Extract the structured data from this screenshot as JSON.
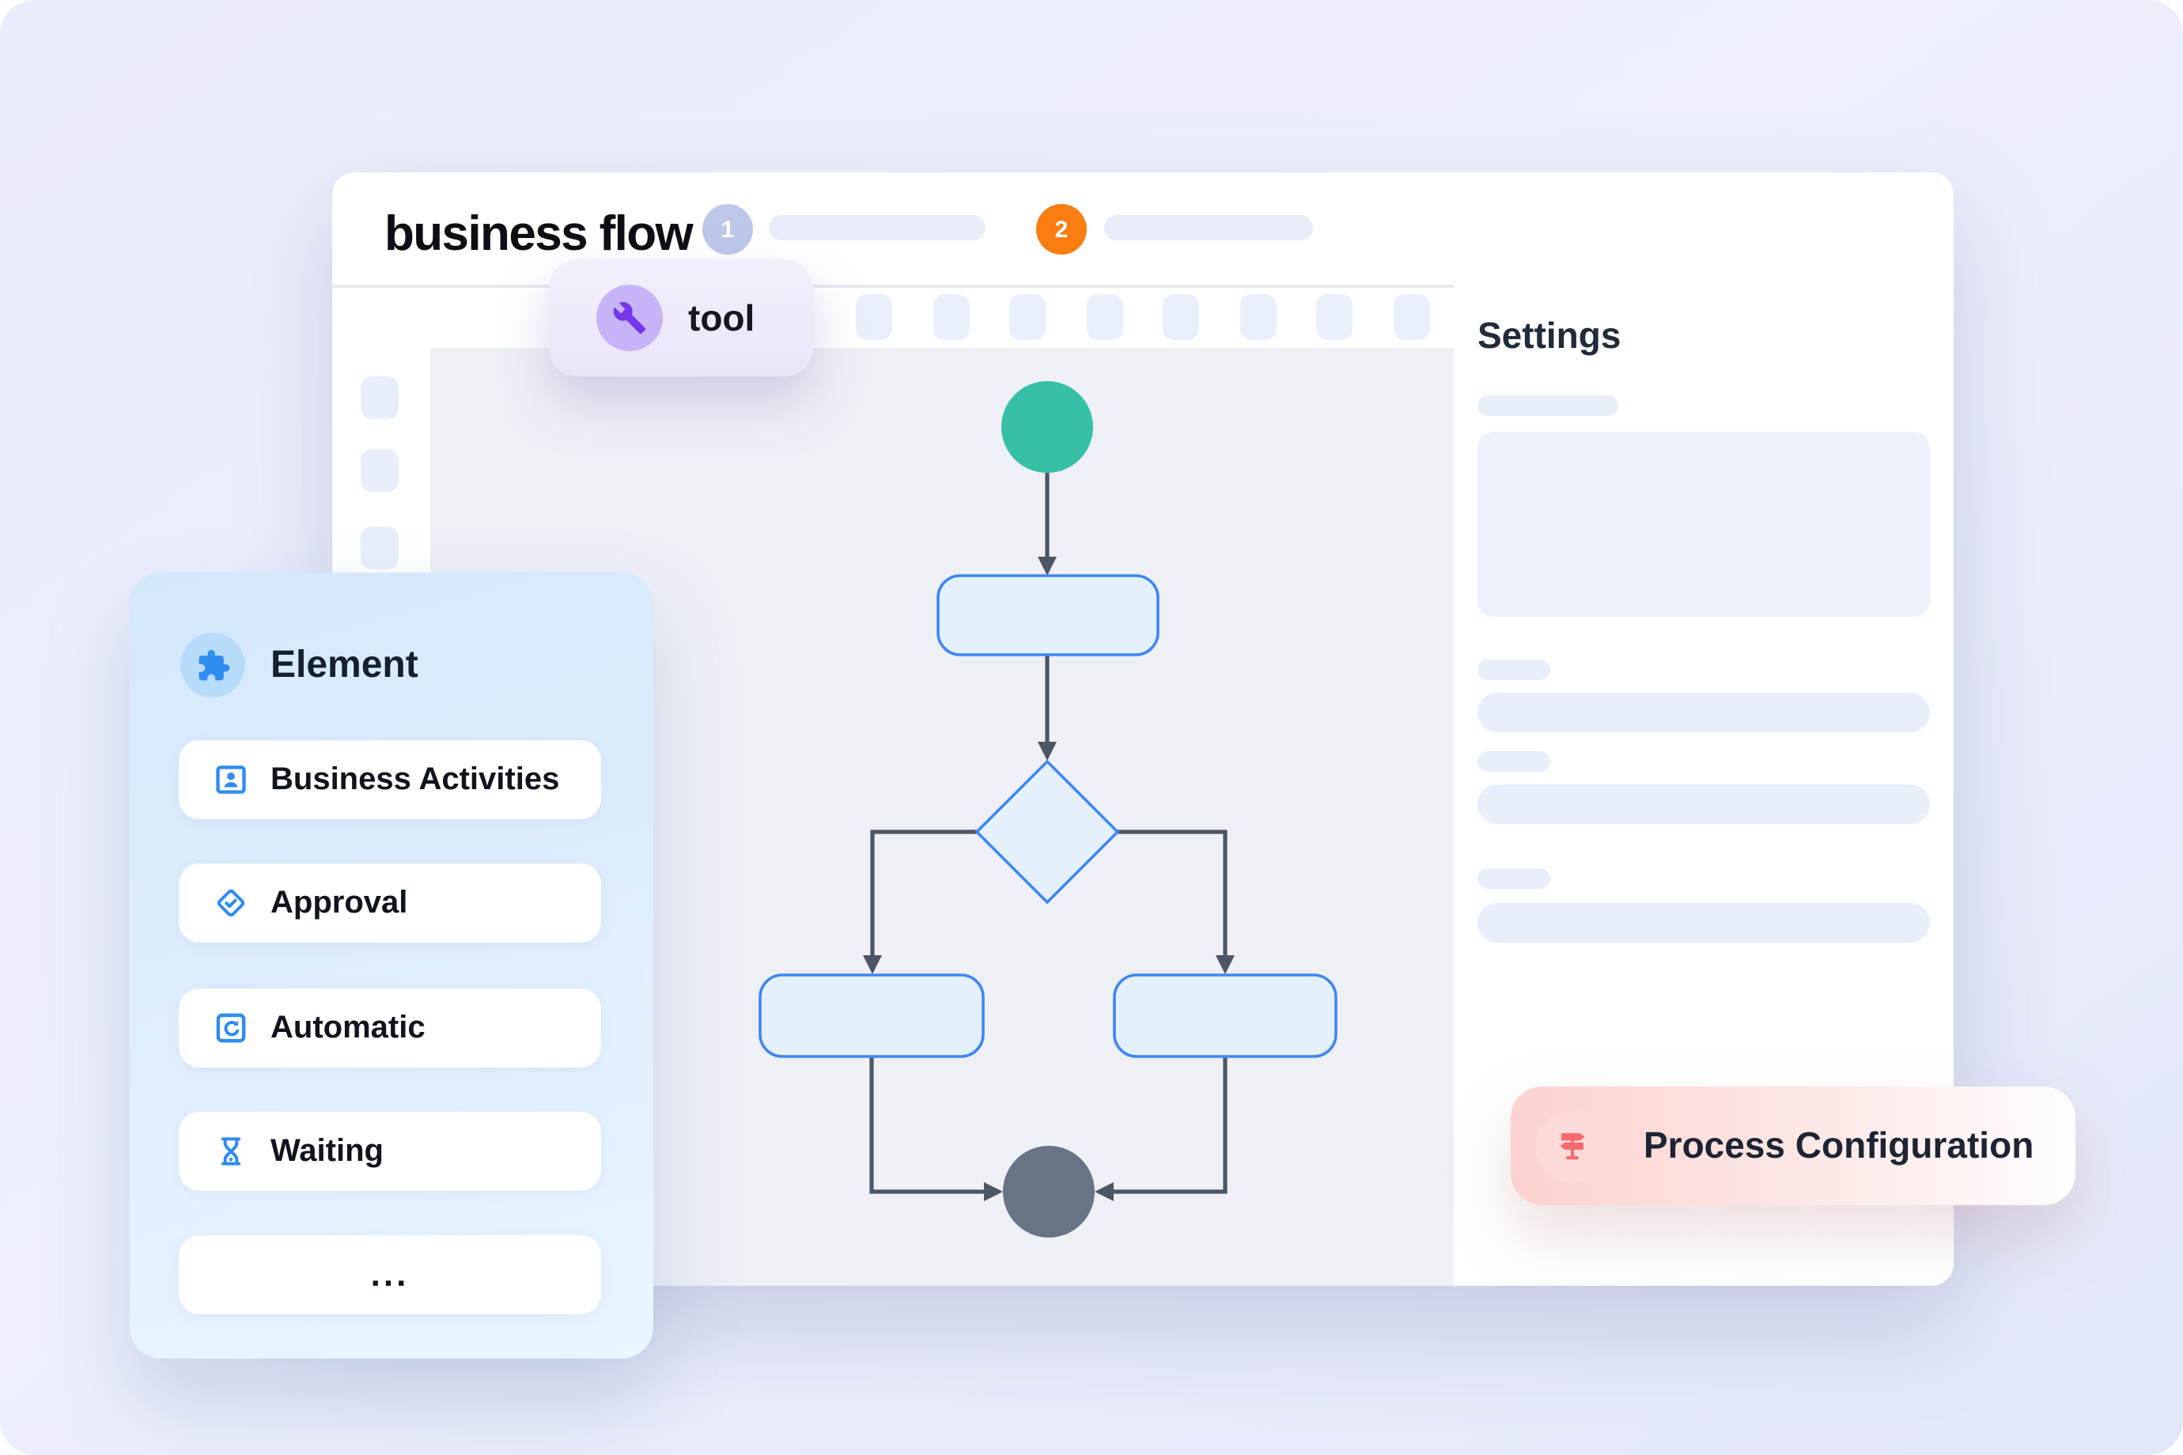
{
  "app": {
    "title": "business flow"
  },
  "header": {
    "steps": [
      {
        "number": "1"
      },
      {
        "number": "2"
      }
    ],
    "buttons": [
      {
        "name": "primary-placeholder-button"
      },
      {
        "name": "secondary-placeholder-button"
      }
    ]
  },
  "tool_chip": {
    "label": "tool",
    "icon": "wrench-icon"
  },
  "settings_panel": {
    "title": "Settings",
    "skeleton_field_pairs": 3
  },
  "process_chip": {
    "label": "Process Configuration",
    "icon": "signpost-icon"
  },
  "element_panel": {
    "title": "Element",
    "icon": "puzzle-icon",
    "items": [
      {
        "label": "Business Activities",
        "icon": "id-badge-icon"
      },
      {
        "label": "Approval",
        "icon": "diamond-check-icon"
      },
      {
        "label": "Automatic",
        "icon": "loop-icon"
      },
      {
        "label": "Waiting",
        "icon": "hourglass-icon"
      },
      {
        "label": "...",
        "icon": "more-icon"
      }
    ]
  },
  "flowchart": {
    "nodes": [
      {
        "id": "start",
        "type": "start-circle",
        "color": "#36c0a6"
      },
      {
        "id": "task-1",
        "type": "task-rounded-rect"
      },
      {
        "id": "decision",
        "type": "decision-diamond"
      },
      {
        "id": "task-left",
        "type": "task-rounded-rect"
      },
      {
        "id": "task-right",
        "type": "task-rounded-rect"
      },
      {
        "id": "end",
        "type": "end-circle",
        "color": "#697386"
      }
    ],
    "edges": [
      "start -> task-1",
      "task-1 -> decision",
      "decision -> task-left",
      "decision -> task-right",
      "task-left -> end",
      "task-right -> end"
    ]
  },
  "colors": {
    "accent_blue": "#2f8cf1",
    "node_border_blue": "#3f86f5",
    "node_fill_blue": "#e4f1fd",
    "start_teal": "#36c0a6",
    "end_slate": "#697386",
    "step2_orange": "#f97d11",
    "step1_lavender": "#bdc7e9",
    "wrench_purple": "#7537ec",
    "signpost_coral": "#f9696e",
    "arrow_gray": "#4d5663"
  }
}
